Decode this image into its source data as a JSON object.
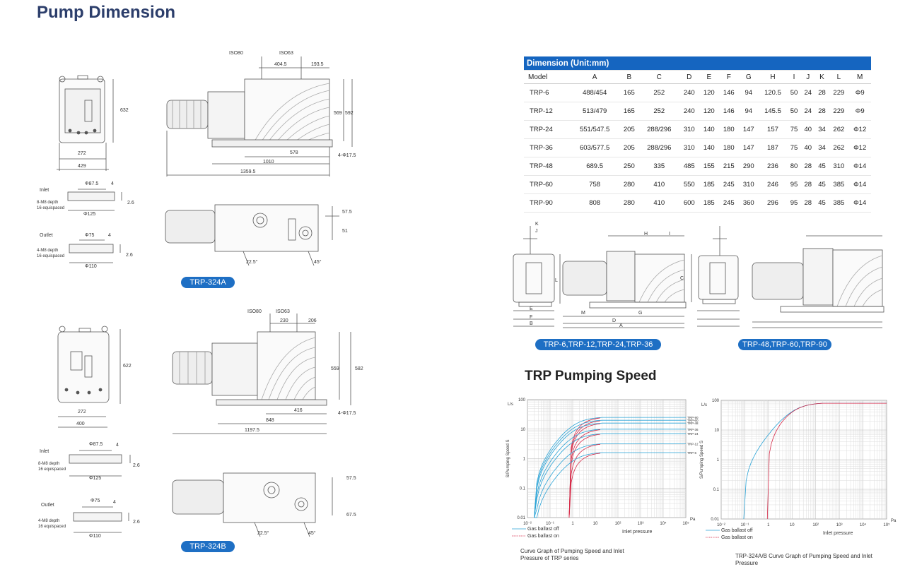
{
  "page_title": "Pump Dimension",
  "drawings": {
    "a": {
      "badge": "TRP-324A",
      "front": {
        "height": "632",
        "width_inner": "272",
        "width_outer": "429"
      },
      "side": {
        "iso80": "ISO80",
        "iso63": "ISO63",
        "d404": "404.5",
        "d193": "193.5",
        "h569": "569",
        "h592": "592",
        "d578": "578",
        "d1010": "1010",
        "d1359": "1359.5",
        "holes": "4-Φ17.5"
      },
      "top": {
        "d57": "57.5",
        "d51": "51",
        "a22": "22.5°",
        "a45": "45°"
      },
      "inlet": {
        "label": "Inlet",
        "d1": "Φ87.5",
        "t": "4",
        "h": "2.6",
        "d2": "Φ125",
        "note1": "8-M8 depth",
        "note2": "16 equispaced"
      },
      "outlet": {
        "label": "Outlet",
        "d1": "Φ75",
        "t": "4",
        "h": "2.6",
        "d2": "Φ110",
        "note1": "4-M8 depth",
        "note2": "16 equispaced"
      }
    },
    "b": {
      "badge": "TRP-324B",
      "front": {
        "height": "622",
        "width_inner": "272",
        "width_outer": "400"
      },
      "side": {
        "iso80": "ISO80",
        "iso63": "ISO63",
        "d230": "230",
        "d206": "206",
        "h559": "559",
        "h582": "582",
        "d416": "416",
        "d848": "848",
        "d1197": "1197.5",
        "holes": "4-Φ17.5"
      },
      "top": {
        "d57": "57.5",
        "d67": "67.5",
        "a22": "22.5°",
        "a45": "45°"
      },
      "inlet": {
        "label": "Inlet",
        "d1": "Φ87.5",
        "t": "4",
        "h": "2.6",
        "d2": "Φ125",
        "note1": "8-M8 depth",
        "note2": "16 equispaced"
      },
      "outlet": {
        "label": "Outlet",
        "d1": "Φ75",
        "t": "4",
        "h": "2.6",
        "d2": "Φ110",
        "note1": "4-M8 depth",
        "note2": "16 equispaced"
      }
    }
  },
  "dimension_table": {
    "heading": "Dimension  (Unit:mm)",
    "columns": [
      "Model",
      "A",
      "B",
      "C",
      "D",
      "E",
      "F",
      "G",
      "H",
      "I",
      "J",
      "K",
      "L",
      "M"
    ],
    "rows": [
      [
        "TRP-6",
        "488/454",
        "165",
        "252",
        "240",
        "120",
        "146",
        "94",
        "120.5",
        "50",
        "24",
        "28",
        "229",
        "Φ9"
      ],
      [
        "TRP-12",
        "513/479",
        "165",
        "252",
        "240",
        "120",
        "146",
        "94",
        "145.5",
        "50",
        "24",
        "28",
        "229",
        "Φ9"
      ],
      [
        "TRP-24",
        "551/547.5",
        "205",
        "288/296",
        "310",
        "140",
        "180",
        "147",
        "157",
        "75",
        "40",
        "34",
        "262",
        "Φ12"
      ],
      [
        "TRP-36",
        "603/577.5",
        "205",
        "288/296",
        "310",
        "140",
        "180",
        "147",
        "187",
        "75",
        "40",
        "34",
        "262",
        "Φ12"
      ],
      [
        "TRP-48",
        "689.5",
        "250",
        "335",
        "485",
        "155",
        "215",
        "290",
        "236",
        "80",
        "28",
        "45",
        "310",
        "Φ14"
      ],
      [
        "TRP-60",
        "758",
        "280",
        "410",
        "550",
        "185",
        "245",
        "310",
        "246",
        "95",
        "28",
        "45",
        "385",
        "Φ14"
      ],
      [
        "TRP-90",
        "808",
        "280",
        "410",
        "600",
        "185",
        "245",
        "360",
        "296",
        "95",
        "28",
        "45",
        "385",
        "Φ14"
      ]
    ]
  },
  "series_badges": {
    "small": "TRP-6,TRP-12,TRP-24,TRP-36",
    "large": "TRP-48,TRP-60,TRP-90"
  },
  "small_letters": [
    "K",
    "J",
    "H",
    "I",
    "L",
    "C",
    "E",
    "F",
    "B",
    "M",
    "D",
    "G",
    "A"
  ],
  "speed_title": "TRP Pumping Speed",
  "chart_data": [
    {
      "type": "line",
      "y_unit": "L/s",
      "ylabel": "S/Pumping Speed S",
      "xlabel": "Inlet pressure",
      "x_unit": "Pa",
      "x_scale": "log",
      "y_scale": "log",
      "xlim": [
        0.01,
        100000
      ],
      "ylim": [
        0.01,
        100
      ],
      "x_ticks": [
        "10⁻²",
        "10⁻¹",
        "1",
        "10",
        "10²",
        "10³",
        "10⁴",
        "10⁵"
      ],
      "y_ticks": [
        "100",
        "10",
        "1",
        "0.1",
        "0.01"
      ],
      "legend": [
        "Gas ballast off",
        "Gas ballast on"
      ],
      "legend_colors": [
        "#2aa3d6",
        "#d62a48"
      ],
      "series": [
        {
          "name": "TRP-90",
          "plateau": 25
        },
        {
          "name": "TRP-60",
          "plateau": 20
        },
        {
          "name": "TRP-48",
          "plateau": 16
        },
        {
          "name": "TRP-36",
          "plateau": 10
        },
        {
          "name": "TRP-24",
          "plateau": 7
        },
        {
          "name": "TRP-12",
          "plateau": 3.2
        },
        {
          "name": "TRP-6",
          "plateau": 1.6
        }
      ],
      "caption": "Curve Graph of Pumping Speed and Inlet Pressure of TRP series"
    },
    {
      "type": "line",
      "y_unit": "L/s",
      "ylabel": "S/Pumping Speed S",
      "xlabel": "Inlet pressure",
      "x_unit": "Pa",
      "x_scale": "log",
      "y_scale": "log",
      "xlim": [
        0.01,
        100000
      ],
      "ylim": [
        0.01,
        100
      ],
      "x_ticks": [
        "10⁻²",
        "10⁻¹",
        "1",
        "10",
        "10²",
        "10³",
        "10⁴",
        "10⁵"
      ],
      "y_ticks": [
        "100",
        "10",
        "1",
        "0.1",
        "0.01"
      ],
      "legend": [
        "Gas ballast off",
        "Gas ballast on"
      ],
      "legend_colors": [
        "#2aa3d6",
        "#d62a48"
      ],
      "series": [
        {
          "name": "",
          "plateau": 80
        }
      ],
      "caption": "TRP-324A/B Curve Graph of Pumping Speed and Inlet Pressure"
    }
  ]
}
